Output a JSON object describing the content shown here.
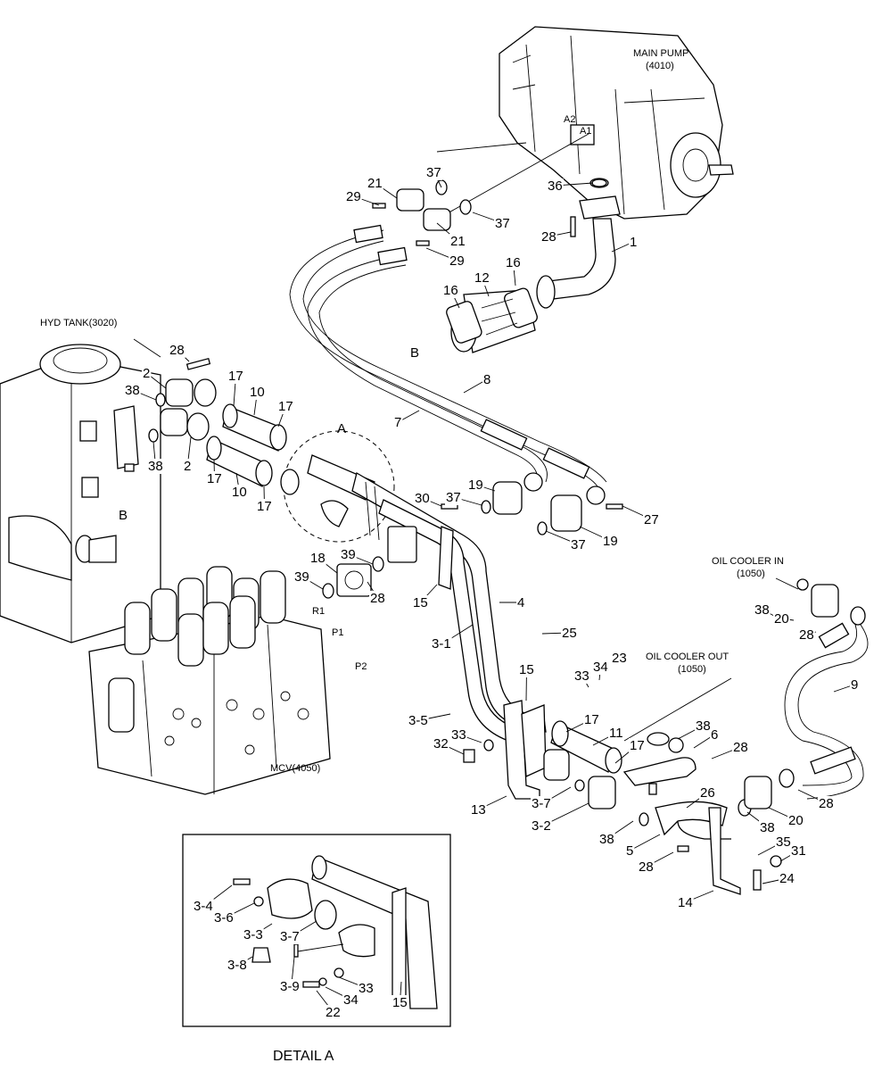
{
  "title_labels": {
    "main_pump": "MAIN PUMP",
    "main_pump_code": "(4010)",
    "hyd_tank": "HYD TANK(3020)",
    "oil_cooler_in": "OIL COOLER IN",
    "oil_cooler_in_code": "(1050)",
    "oil_cooler_out": "OIL COOLER OUT",
    "oil_cooler_out_code": "(1050)",
    "mcv": "MCV(4050)",
    "detail_a": "DETAIL A",
    "port_a1": "A1",
    "port_a2": "A2",
    "port_r1": "R1",
    "port_p1": "P1",
    "port_p2": "P2",
    "ref_a": "A",
    "ref_b_top": "B",
    "ref_b_tank": "B"
  },
  "part_numbers": [
    {
      "id": "p29a",
      "text": "29"
    },
    {
      "id": "p21a",
      "text": "21"
    },
    {
      "id": "p37a",
      "text": "37"
    },
    {
      "id": "p21b",
      "text": "21"
    },
    {
      "id": "p37b",
      "text": "37"
    },
    {
      "id": "p29b",
      "text": "29"
    },
    {
      "id": "p36",
      "text": "36"
    },
    {
      "id": "p28a",
      "text": "28"
    },
    {
      "id": "p1",
      "text": "1"
    },
    {
      "id": "p16a",
      "text": "16"
    },
    {
      "id": "p12",
      "text": "12"
    },
    {
      "id": "p16b",
      "text": "16"
    },
    {
      "id": "p28b",
      "text": "28"
    },
    {
      "id": "p2a",
      "text": "2"
    },
    {
      "id": "p38a",
      "text": "38"
    },
    {
      "id": "p17a",
      "text": "17"
    },
    {
      "id": "p10a",
      "text": "10"
    },
    {
      "id": "p17b",
      "text": "17"
    },
    {
      "id": "p2b",
      "text": "2"
    },
    {
      "id": "p38b",
      "text": "38"
    },
    {
      "id": "p17c",
      "text": "17"
    },
    {
      "id": "p10b",
      "text": "10"
    },
    {
      "id": "p17d",
      "text": "17"
    },
    {
      "id": "p8",
      "text": "8"
    },
    {
      "id": "p7",
      "text": "7"
    },
    {
      "id": "p19a",
      "text": "19"
    },
    {
      "id": "p37c",
      "text": "37"
    },
    {
      "id": "p30",
      "text": "30"
    },
    {
      "id": "p27",
      "text": "27"
    },
    {
      "id": "p37d",
      "text": "37"
    },
    {
      "id": "p19b",
      "text": "19"
    },
    {
      "id": "p18",
      "text": "18"
    },
    {
      "id": "p39a",
      "text": "39"
    },
    {
      "id": "p39b",
      "text": "39"
    },
    {
      "id": "p28c",
      "text": "28"
    },
    {
      "id": "p15a",
      "text": "15"
    },
    {
      "id": "p4",
      "text": "4"
    },
    {
      "id": "p25",
      "text": "25"
    },
    {
      "id": "p3_1",
      "text": "3-1"
    },
    {
      "id": "p23",
      "text": "23"
    },
    {
      "id": "p34a",
      "text": "34"
    },
    {
      "id": "p33a",
      "text": "33"
    },
    {
      "id": "p15b",
      "text": "15"
    },
    {
      "id": "p3_5",
      "text": "3-5"
    },
    {
      "id": "p33b",
      "text": "33"
    },
    {
      "id": "p32",
      "text": "32"
    },
    {
      "id": "p17e",
      "text": "17"
    },
    {
      "id": "p11",
      "text": "11"
    },
    {
      "id": "p17f",
      "text": "17"
    },
    {
      "id": "p38c",
      "text": "38"
    },
    {
      "id": "p6",
      "text": "6"
    },
    {
      "id": "p28d",
      "text": "28"
    },
    {
      "id": "p9",
      "text": "9"
    },
    {
      "id": "p38d",
      "text": "38"
    },
    {
      "id": "p20a",
      "text": "20"
    },
    {
      "id": "p28e",
      "text": "28"
    },
    {
      "id": "p13",
      "text": "13"
    },
    {
      "id": "p3_7",
      "text": "3-7"
    },
    {
      "id": "p3_2",
      "text": "3-2"
    },
    {
      "id": "p38e",
      "text": "38"
    },
    {
      "id": "p5",
      "text": "5"
    },
    {
      "id": "p26",
      "text": "26"
    },
    {
      "id": "p28f",
      "text": "28"
    },
    {
      "id": "p38f",
      "text": "38"
    },
    {
      "id": "p20b",
      "text": "20"
    },
    {
      "id": "p28g",
      "text": "28"
    },
    {
      "id": "p35",
      "text": "35"
    },
    {
      "id": "p31",
      "text": "31"
    },
    {
      "id": "p24",
      "text": "24"
    },
    {
      "id": "p14",
      "text": "14"
    },
    {
      "id": "d3_4",
      "text": "3-4"
    },
    {
      "id": "d3_6",
      "text": "3-6"
    },
    {
      "id": "d3_3",
      "text": "3-3"
    },
    {
      "id": "d3_7",
      "text": "3-7"
    },
    {
      "id": "d3_8",
      "text": "3-8"
    },
    {
      "id": "d3_9",
      "text": "3-9"
    },
    {
      "id": "d22",
      "text": "22"
    },
    {
      "id": "d34",
      "text": "34"
    },
    {
      "id": "d33",
      "text": "33"
    },
    {
      "id": "d15",
      "text": "15"
    }
  ]
}
